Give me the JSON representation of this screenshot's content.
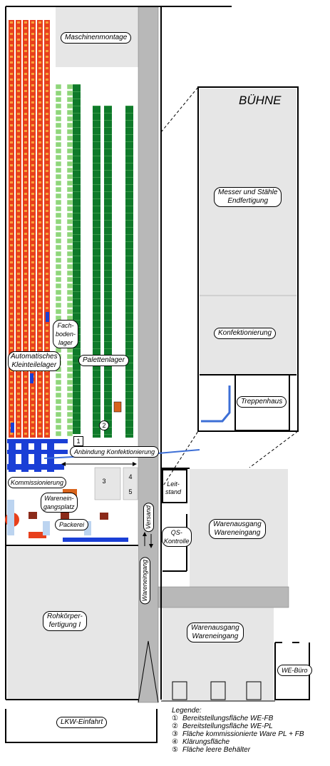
{
  "areas": {
    "maschinenmontage": "Maschinenmontage",
    "buehne": "BÜHNE",
    "messer": "Messer und Stähle\nEndfertigung",
    "konfektionierung": "Konfektionierung",
    "treppenhaus": "Treppenhaus",
    "fachbodenlager": "Fach-\nboden-\nlager",
    "automatisches_kleinteilelager": "Automatisches\nKleinteilelager",
    "palettenlager": "Palettenlager",
    "anbindung": "Anbindung Konfektionierung",
    "kommissionierung": "Kommissionierung",
    "wareneingangsplatz": "Warenein-\ngangsplatz",
    "packerei": "Packerei",
    "versand": "Versand",
    "leitstand": "Leit-\nstand",
    "qs_kontrolle": "QS-\nKontrolle",
    "warenausgang_1": "Warenausgang\nWareneingang",
    "wareneingang_vert": "Wareneingang",
    "rohkoerper": "Rohkörper-\nfertigung I",
    "warenausgang_2": "Warenausgang\nWareneingang",
    "we_buero": "WE-Büro",
    "lkw": "LKW-Einfahrt"
  },
  "markers": [
    "1",
    "2",
    "3",
    "4",
    "5"
  ],
  "legend": {
    "title": "Legende:",
    "items": [
      {
        "num": "①",
        "text": "Bereitstellungsfläche WE-FB"
      },
      {
        "num": "②",
        "text": "Bereitstellungsfläche WE-PL"
      },
      {
        "num": "③",
        "text": "Fläche kommissionierte Ware PL + FB"
      },
      {
        "num": "④",
        "text": "Klärungsfläche"
      },
      {
        "num": "⑤",
        "text": "Fläche leere Behälter"
      }
    ]
  },
  "colors": {
    "rack_red": "#e8401c",
    "rack_orange": "#f5a23a",
    "rack_green_dark": "#0f7a2a",
    "rack_green_light": "#8fd67a",
    "area_grey": "#e6e6e6",
    "aisle_grey": "#b8b8b8",
    "conveyor_blue": "#1a3fd6",
    "line_blue": "#3d6fd6"
  }
}
